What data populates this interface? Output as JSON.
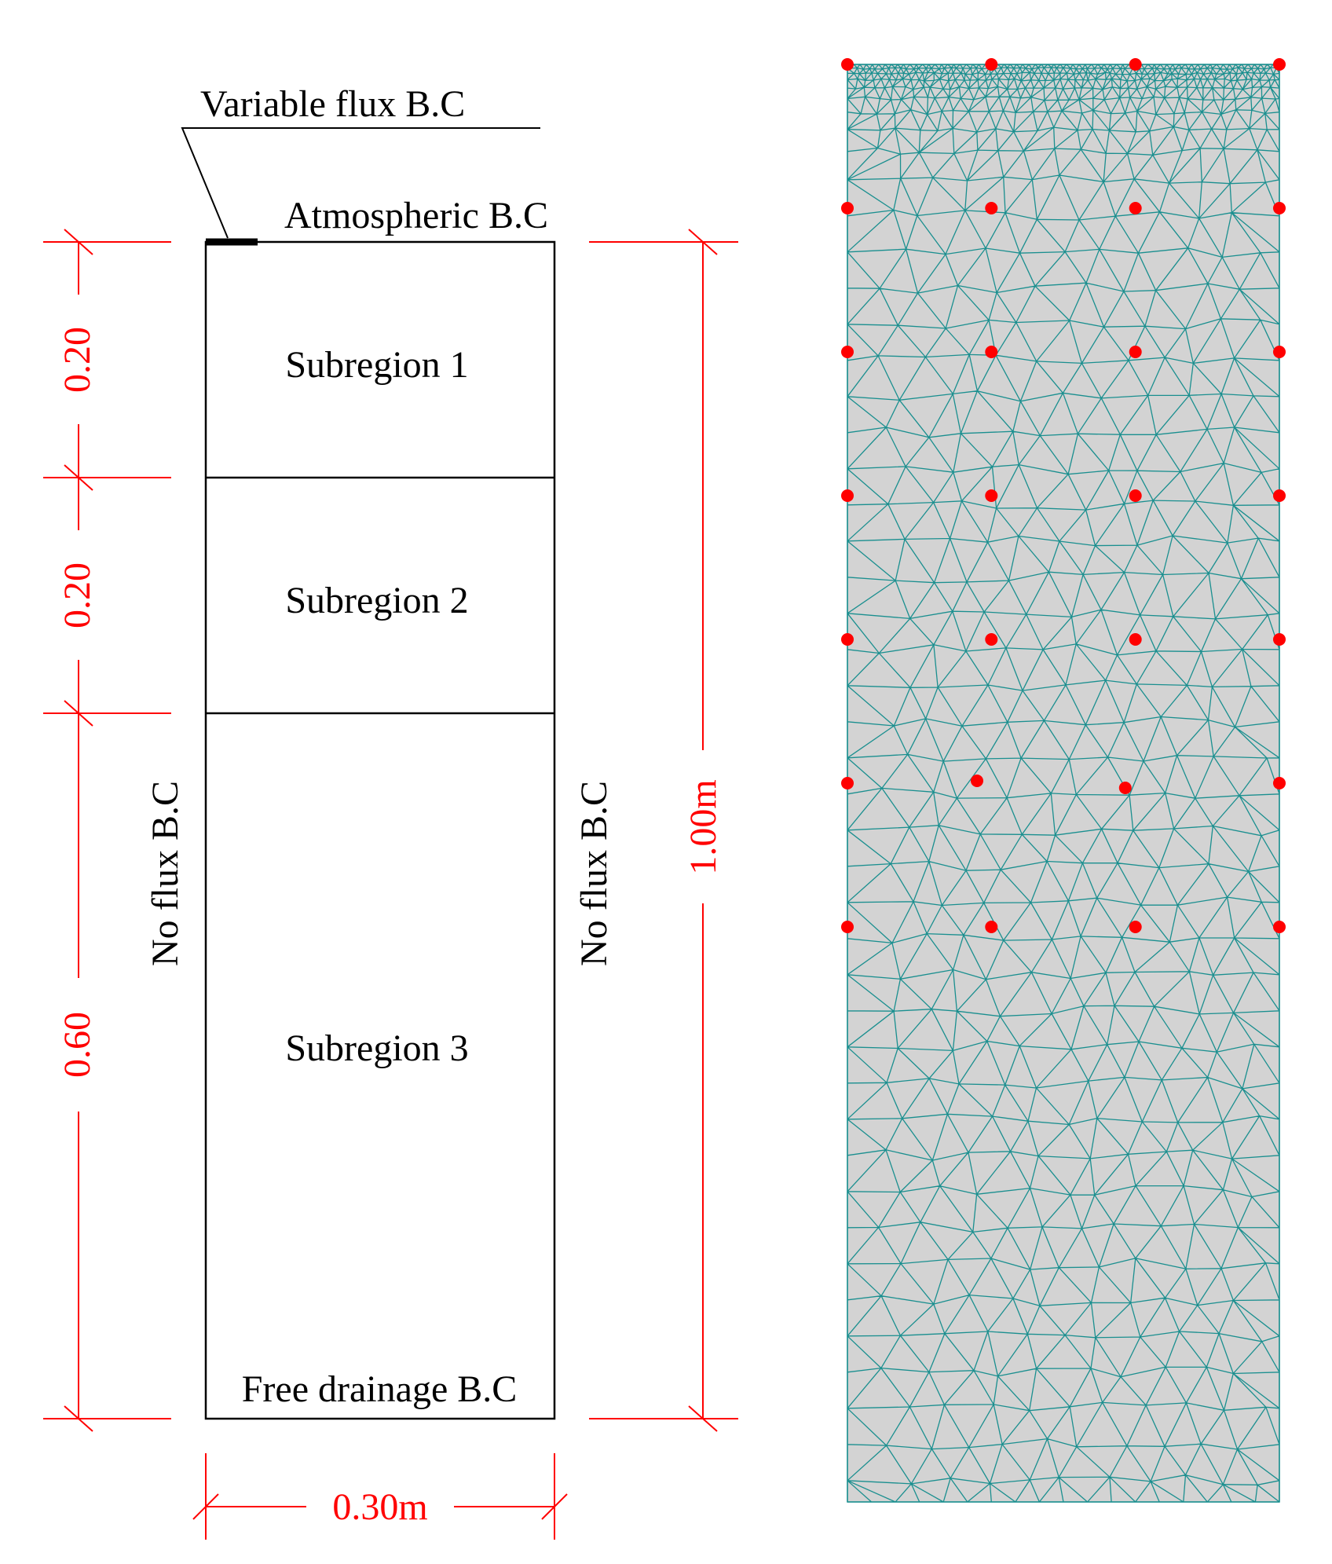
{
  "schematic": {
    "labels": {
      "variable_flux": "Variable flux B.C",
      "atmospheric": "Atmospheric B.C",
      "subregion_1": "Subregion 1",
      "subregion_2": "Subregion 2",
      "subregion_3": "Subregion 3",
      "free_drainage": "Free drainage B.C",
      "no_flux_left": "No flux B.C",
      "no_flux_right": "No flux B.C"
    },
    "dimensions": {
      "layer_1": "0.20",
      "layer_2": "0.20",
      "layer_3": "0.60",
      "total_height": "1.00m",
      "width": "0.30m"
    },
    "colors": {
      "dimension": "#ff0000",
      "outline": "#000000"
    }
  },
  "mesh": {
    "colors": {
      "fill": "#d3d3d3",
      "edges": "#1a8f8f",
      "monitoring_points": "#ff0000"
    },
    "monitoring_points": {
      "columns": [
        0,
        0.1,
        0.2,
        0.3
      ],
      "depths": [
        0,
        0.1,
        0.2,
        0.3,
        0.4,
        0.5,
        0.6
      ],
      "irregular_row_x": [
        0,
        0.09,
        0.193,
        0.3
      ]
    }
  }
}
